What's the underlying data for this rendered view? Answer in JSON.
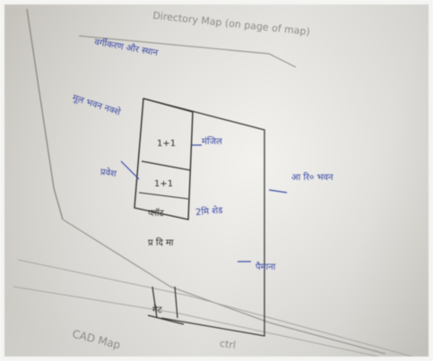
{
  "document": {
    "printed_header": "Directory Map (on page of map)",
    "footer_printed": "CAD Map",
    "footer_printed_right": "ctrl"
  },
  "annotations": {
    "top_label": "वर्गीकरण और स्थान",
    "left_label": "मूल भवन नक्शे",
    "side_label_left": "प्रवेश",
    "box_top": "1+1",
    "box_middle": "1+1",
    "box_bottom": "प्लॉट",
    "bottom_row": "प्र दि मा",
    "right_top": "मंजिल",
    "right_mid": "2मि शेड",
    "right_outer": "आ रि० भवन",
    "right_lower": "पैमाना",
    "gate_label": "गेट"
  }
}
